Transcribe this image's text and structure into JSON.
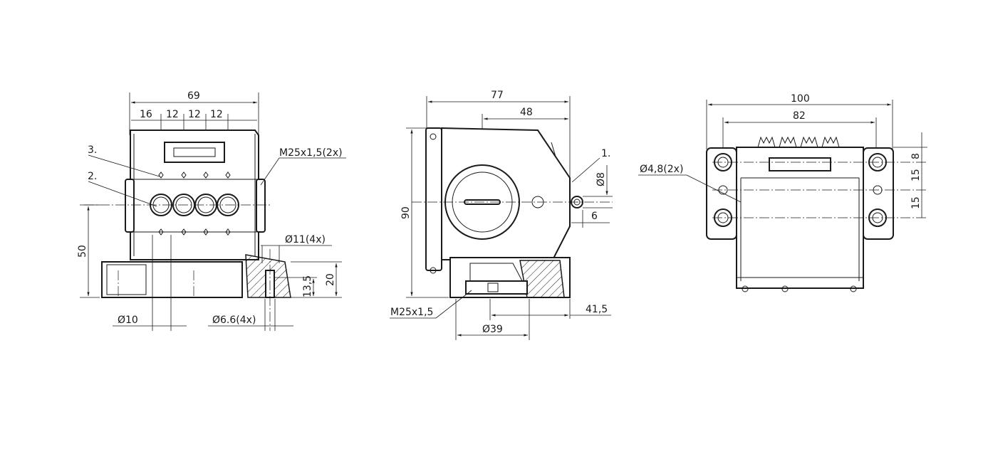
{
  "views": {
    "front": {
      "width_total": "69",
      "pitch_first": "16",
      "pitch_2": "12",
      "pitch_3": "12",
      "pitch_4": "12",
      "callout_3": "3.",
      "callout_2": "2.",
      "thread": "M25x1,5(2x)",
      "height_axis": "50",
      "hole_11": "Ø11(4x)",
      "depth_13": "13,5",
      "height_20": "20",
      "bore_10": "Ø10",
      "bore_66": "Ø6.6(4x)"
    },
    "side": {
      "width_total": "77",
      "width_48": "48",
      "height_90": "90",
      "callout_1": "1.",
      "pin_8": "Ø8",
      "offset_6": "6",
      "thread": "M25x1,5",
      "offset_415": "41,5",
      "bore_39": "Ø39"
    },
    "right": {
      "width_total": "100",
      "width_82": "82",
      "hole_48": "Ø4,8(2x)",
      "spacing_8": "8",
      "spacing_15a": "15",
      "spacing_15b": "15"
    }
  }
}
